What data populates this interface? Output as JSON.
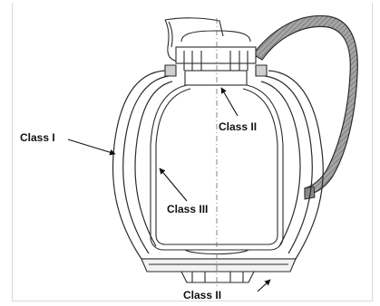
{
  "labels": {
    "class_i": "Class I",
    "class_ii_top": "Class II",
    "class_iii": "Class III",
    "class_ii_bottom": "Class II"
  },
  "colors": {
    "line": "#2b2b2b",
    "handle_fill": "#9a9a9a",
    "handle_hatch": "#6e6e6e",
    "text": "#111111"
  }
}
